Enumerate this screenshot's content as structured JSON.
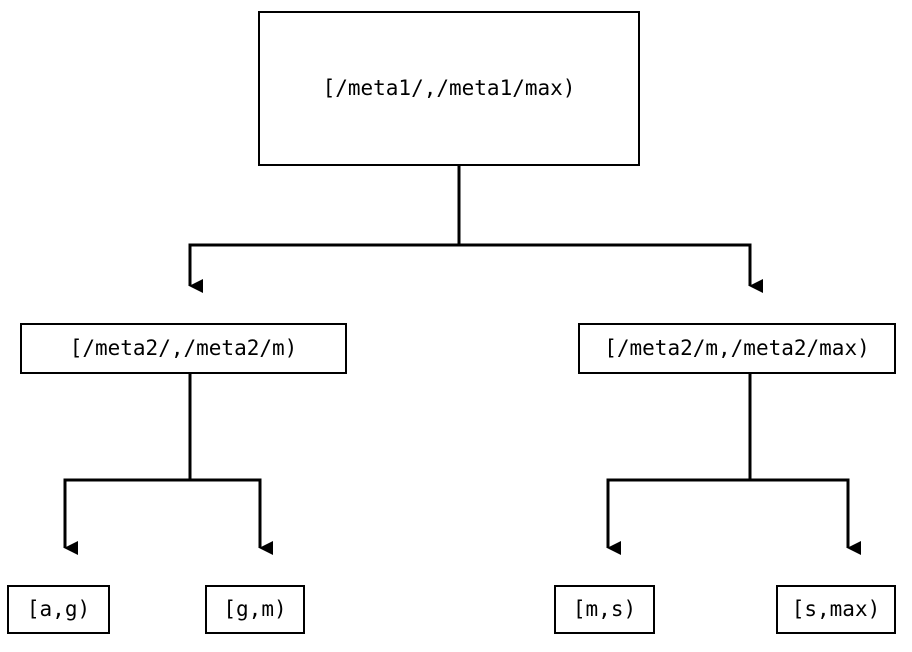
{
  "diagram": {
    "type": "tree",
    "orientation": "top-down",
    "background_color": "#ffffff",
    "stroke_color": "#000000",
    "text_color": "#000000",
    "nodes": {
      "root": {
        "label": "[/meta1/,/meta1/max)"
      },
      "mid_left": {
        "label": "[/meta2/,/meta2/m)"
      },
      "mid_right": {
        "label": "[/meta2/m,/meta2/max)"
      },
      "leaf_1": {
        "label": "[a,g)"
      },
      "leaf_2": {
        "label": "[g,m)"
      },
      "leaf_3": {
        "label": "[m,s)"
      },
      "leaf_4": {
        "label": "[s,max)"
      }
    },
    "edges": [
      {
        "from": "root",
        "to": "mid_left",
        "arrow": "triangle-down"
      },
      {
        "from": "root",
        "to": "mid_right",
        "arrow": "triangle-down"
      },
      {
        "from": "mid_left",
        "to": "leaf_1",
        "arrow": "triangle-down"
      },
      {
        "from": "mid_left",
        "to": "leaf_2",
        "arrow": "triangle-down"
      },
      {
        "from": "mid_right",
        "to": "leaf_3",
        "arrow": "triangle-down"
      },
      {
        "from": "mid_right",
        "to": "leaf_4",
        "arrow": "triangle-down"
      }
    ]
  }
}
